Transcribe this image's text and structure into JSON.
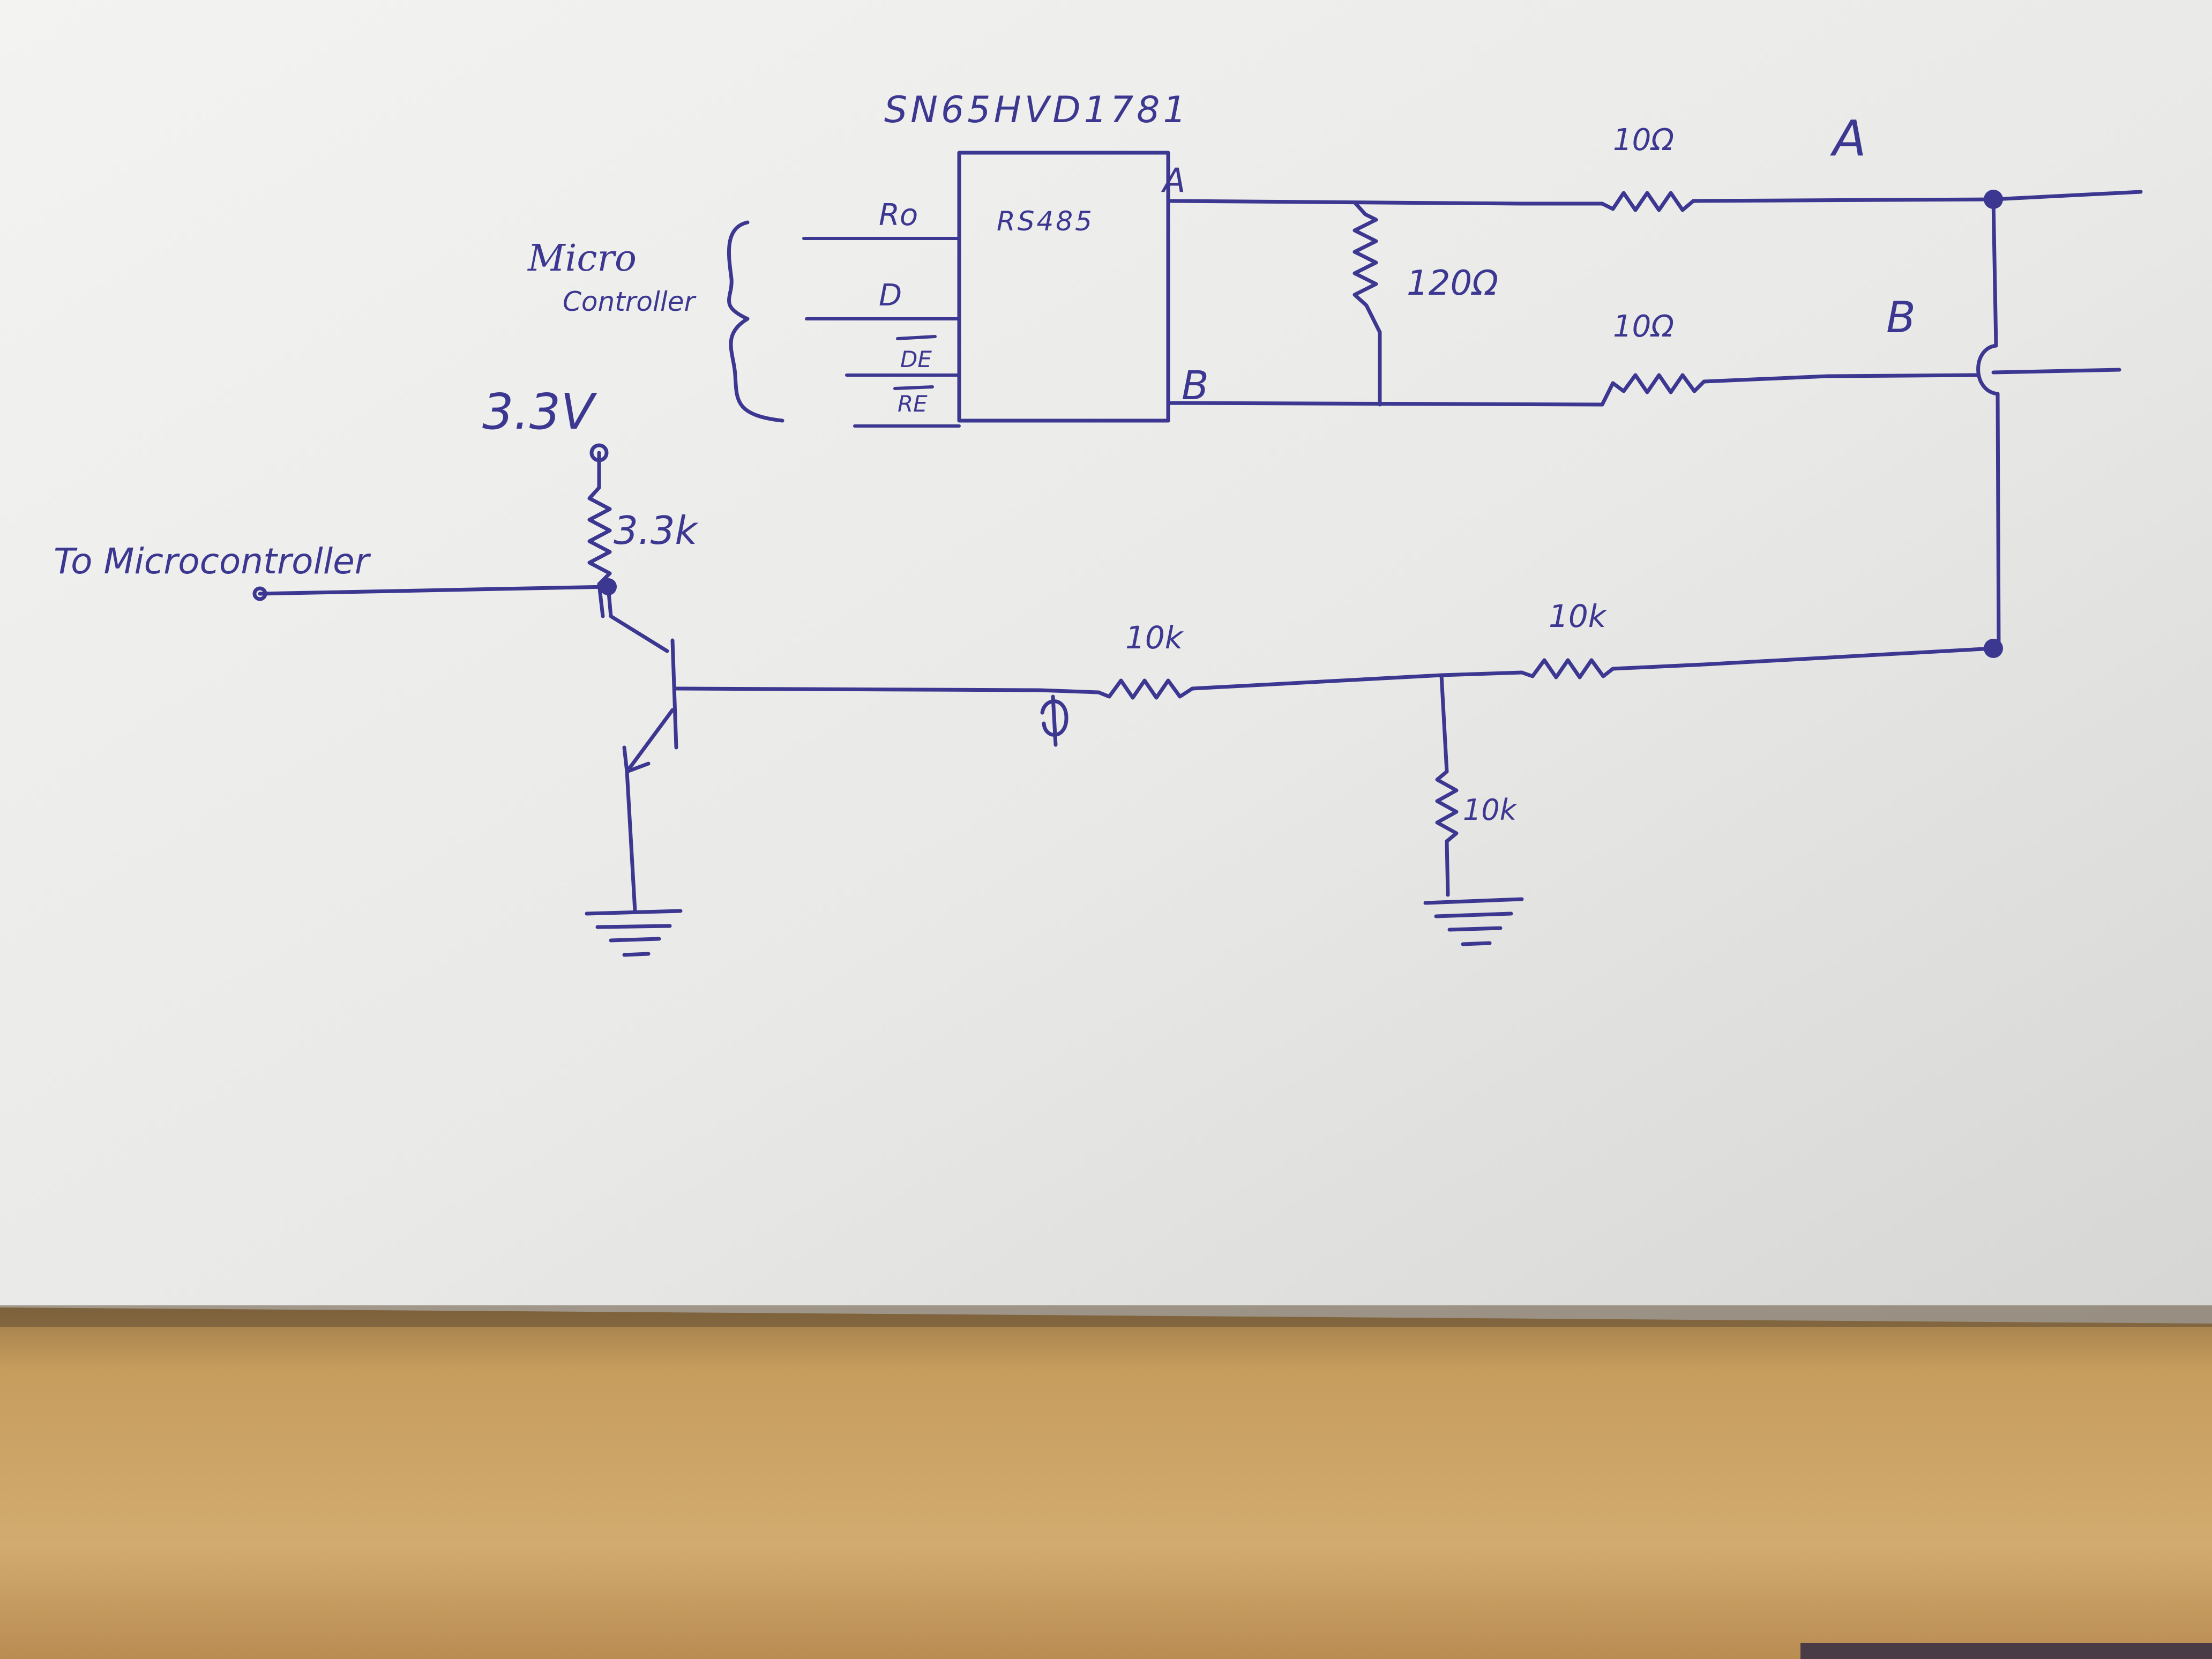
{
  "diagram": {
    "chip_part_number": "SN65HVD1781",
    "chip_name": "RS485",
    "chip_pins_left": [
      "Ro",
      "D",
      "DE",
      "RE"
    ],
    "chip_pins_right": [
      "A",
      "B"
    ],
    "microcontroller_label_line1": "Micro",
    "microcontroller_label_line2": "Controller",
    "termination_resistor": "120Ω",
    "line_a_resistor": "10Ω",
    "line_b_resistor": "10Ω",
    "bus_a_label": "A",
    "bus_b_label": "B",
    "supply_label": "3.3V",
    "pullup_resistor": "3.3k",
    "to_mcu_label": "To Microcontroller",
    "base_resistor": "10k",
    "divider_top_resistor": "10k",
    "divider_bottom_resistor": "10k"
  },
  "colors": {
    "ink": "#3c3790",
    "paper": "#ececea",
    "table": "#c8a063"
  }
}
